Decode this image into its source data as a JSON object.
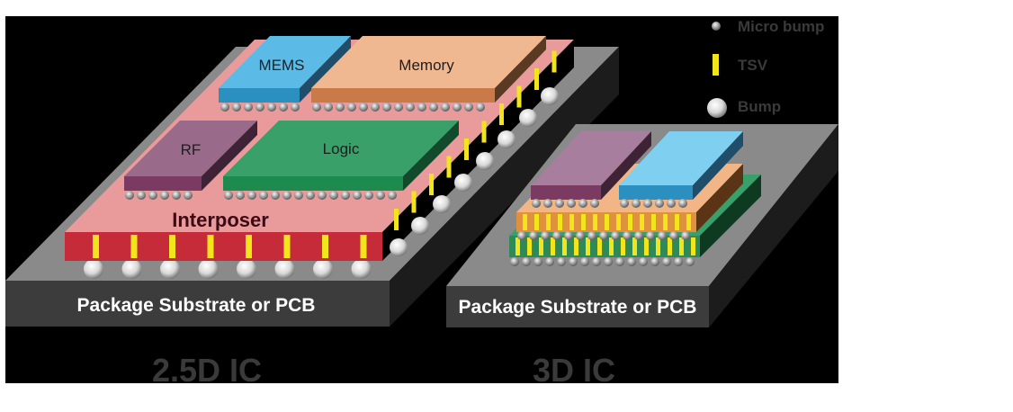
{
  "colors": {
    "background": "#000000",
    "substrate_top": "#8a8a8a",
    "substrate_front": "#3c3c3c",
    "interposer": "#e99a9a",
    "interposer_tsv_band": "#c62b3a",
    "tsv": "#f2e51b",
    "mems": "#5bbbe6",
    "memory": "#f0b890",
    "rf": "#9a6a8a",
    "logic": "#3aa06a",
    "stack_orange": "#f2b585",
    "stack_green": "#3aa06a"
  },
  "legend": {
    "micro_bump": "Micro bump",
    "tsv": "TSV",
    "bump": "Bump"
  },
  "left_assembly": {
    "dies": {
      "mems": "MEMS",
      "memory": "Memory",
      "rf": "RF",
      "logic": "Logic"
    },
    "interposer_label": "Interposer",
    "substrate_label": "Package Substrate or PCB",
    "caption": "2.5D IC"
  },
  "right_assembly": {
    "substrate_label": "Package Substrate or PCB",
    "caption": "3D IC"
  }
}
